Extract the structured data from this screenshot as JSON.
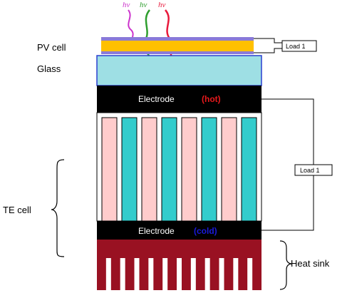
{
  "photons": [
    {
      "text": "hν",
      "color": "#cc33cc"
    },
    {
      "text": "hν",
      "color": "#2e9e2e"
    },
    {
      "text": "hν",
      "color": "#e8193c"
    }
  ],
  "labels": {
    "pv_cell": "PV cell",
    "glass": "Glass",
    "te_cell": "TE cell",
    "heat_sink": "Heat sink",
    "load_top": "Load 1",
    "load_right": "Load 1"
  },
  "electrodes": {
    "top": {
      "text": "Electrode",
      "tag": "(hot)",
      "tag_color": "#e8191c"
    },
    "bottom": {
      "text": "Electrode",
      "tag": "(cold)",
      "tag_color": "#1a1adb"
    }
  },
  "te_legs": [
    "p",
    "n",
    "p",
    "n",
    "p",
    "n",
    "p",
    "n"
  ],
  "colors": {
    "pv_layer": "#ffc000",
    "pv_border": "#8a7ad8",
    "glass": "#9edfe4",
    "glass_border": "#2a3fd0",
    "electrode": "#000000",
    "p_leg": "#ffcccc",
    "n_leg": "#33cccc",
    "heat_sink": "#991122",
    "wire_transmitted": "#8c6e72"
  }
}
